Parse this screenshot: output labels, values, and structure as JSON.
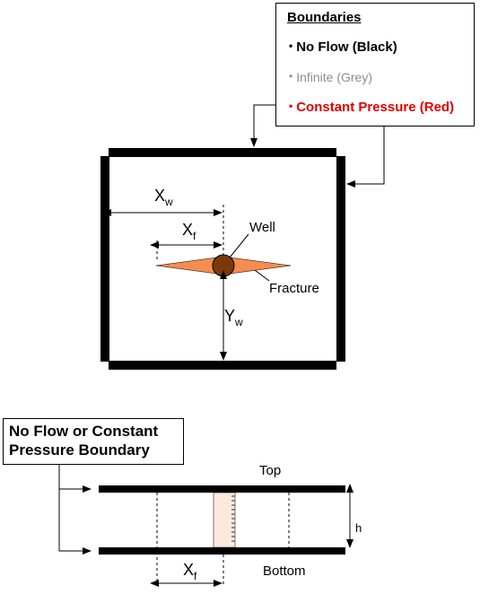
{
  "legend": {
    "title": "Boundaries",
    "items": [
      {
        "bullet": "•",
        "label": "No Flow (Black)",
        "color": "#000000"
      },
      {
        "bullet": "•",
        "label": "Infinite (Grey)",
        "color": "#8c8c8c"
      },
      {
        "bullet": "•",
        "label": "Constant Pressure (Red)",
        "color": "#e00000"
      }
    ]
  },
  "plan_view": {
    "xw": {
      "main": "X",
      "sub": "w"
    },
    "xf": {
      "main": "X",
      "sub": "f"
    },
    "yw": {
      "main": "Y",
      "sub": "w"
    },
    "well_label": "Well",
    "fracture_label": "Fracture",
    "fracture_color": "#f58c50",
    "well_color": "#7a3a08"
  },
  "section_view": {
    "callout": [
      "No Flow or Constant",
      "Pressure Boundary"
    ],
    "top_label": "Top",
    "bottom_label": "Bottom",
    "h_label": "h",
    "xf": {
      "main": "X",
      "sub": "f"
    },
    "fracture_color": "#fce9de"
  }
}
